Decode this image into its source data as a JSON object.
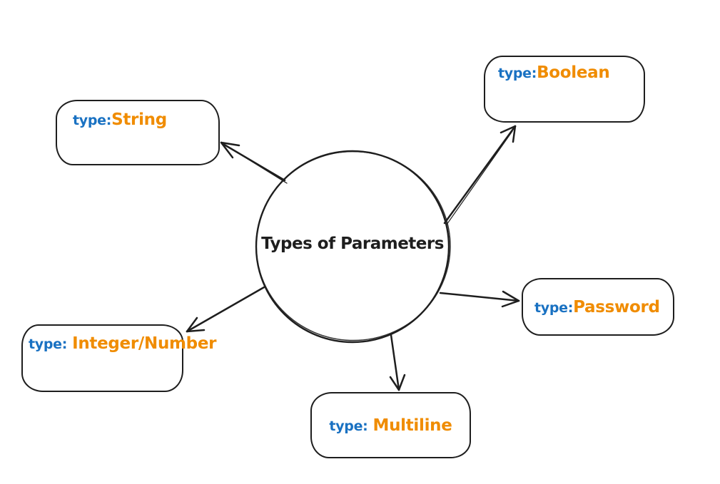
{
  "diagram": {
    "title": "Types of Parameters",
    "colors": {
      "stroke": "#1e1e1e",
      "type_prefix": "#1971c2",
      "type_value": "#f08c00",
      "background": "#ffffff"
    },
    "nodes": [
      {
        "id": "string",
        "prefix": "type:",
        "value": "String"
      },
      {
        "id": "boolean",
        "prefix": "type:",
        "value": "Boolean"
      },
      {
        "id": "password",
        "prefix": "type:",
        "value": "Password"
      },
      {
        "id": "integer-number",
        "prefix": "type:",
        "value": "Integer/Number"
      },
      {
        "id": "multiline",
        "prefix": "type:",
        "value": "Multiline"
      }
    ],
    "edges": [
      {
        "from": "center",
        "to": "string"
      },
      {
        "from": "center",
        "to": "boolean"
      },
      {
        "from": "center",
        "to": "password"
      },
      {
        "from": "center",
        "to": "integer-number"
      },
      {
        "from": "center",
        "to": "multiline"
      }
    ]
  }
}
